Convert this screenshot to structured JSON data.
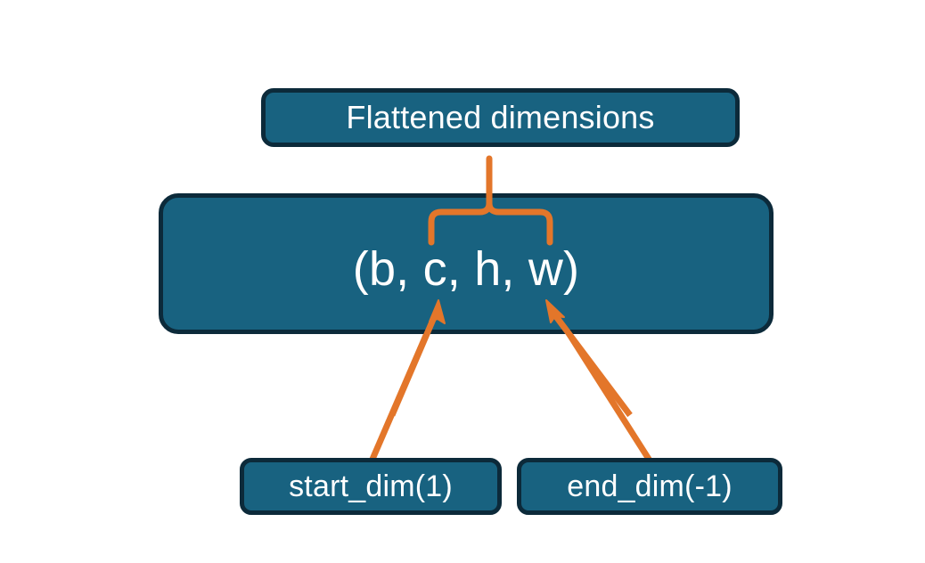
{
  "diagram": {
    "title_node": {
      "label": "Flattened dimensions"
    },
    "shape_node": {
      "label": "(b, c, h, w)"
    },
    "start_node": {
      "label": "start_dim(1)"
    },
    "end_node": {
      "label": "end_dim(-1)"
    }
  },
  "colors": {
    "node_fill": "#186280",
    "node_border": "#0c2a3a",
    "node_text": "#ffffff",
    "accent": "#e3762a",
    "background": "#ffffff"
  },
  "connectors": {
    "brace": "upward-curly-brace",
    "start_arrow": "arrow-up-right",
    "end_arrow": "arrow-up-left"
  }
}
